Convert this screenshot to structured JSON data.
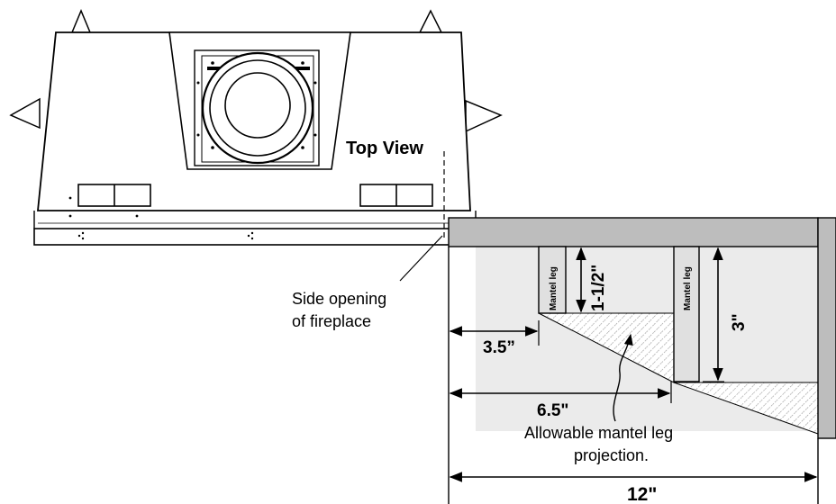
{
  "labels": {
    "top_view": "Top View",
    "side_opening_line1": "Side opening",
    "side_opening_line2": "of fireplace",
    "allowable_line1": "Allowable mantel leg",
    "allowable_line2": "projection.",
    "mantel_leg_left": "Mantel leg",
    "mantel_leg_right": "Mantel leg"
  },
  "dimensions": {
    "d_3_5": "3.5”",
    "d_6_5": "6.5\"",
    "d_12": "12\"",
    "d_1_5": "1-1/2\"",
    "d_3": "3\""
  },
  "colors": {
    "wall_fill": "#bdbdbd",
    "leg_fill": "#e0e0e0",
    "zone_fill": "#ebebeb",
    "hatch_fill": "#d6d6d6",
    "line": "#000000"
  }
}
